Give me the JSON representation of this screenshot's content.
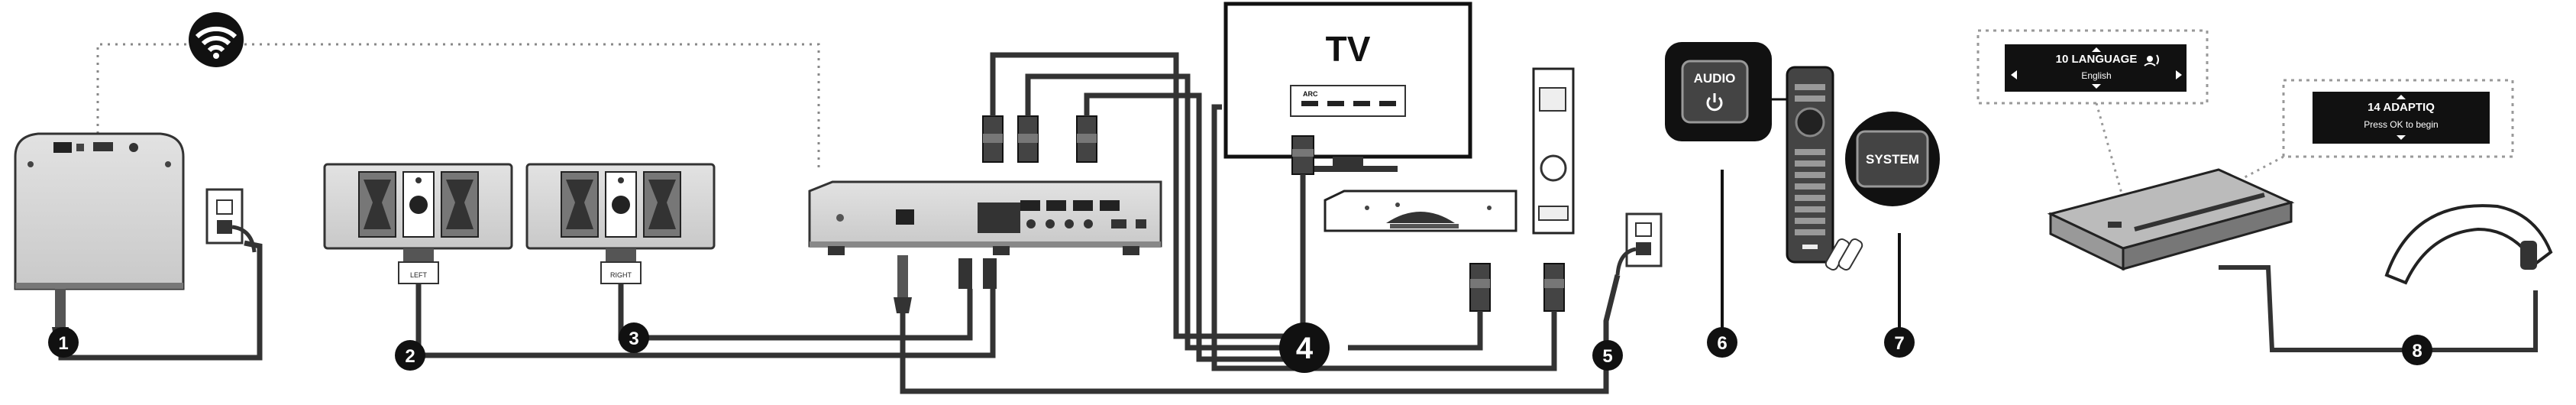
{
  "steps": [
    "1",
    "2",
    "3",
    "4",
    "5",
    "6",
    "7",
    "8"
  ],
  "tv": {
    "title": "TV",
    "arc": "ARC"
  },
  "speakers": {
    "left": "LEFT",
    "right": "RIGHT"
  },
  "remote_buttons": {
    "audio": "AUDIO",
    "system": "SYSTEM"
  },
  "screens": {
    "language": {
      "title": "10 LANGUAGE",
      "value": "English"
    },
    "adaptiq": {
      "title": "14 ADAPTIQ",
      "value": "Press OK to begin"
    }
  },
  "icons": [
    "wifi-icon",
    "power-icon",
    "speech-icon"
  ]
}
